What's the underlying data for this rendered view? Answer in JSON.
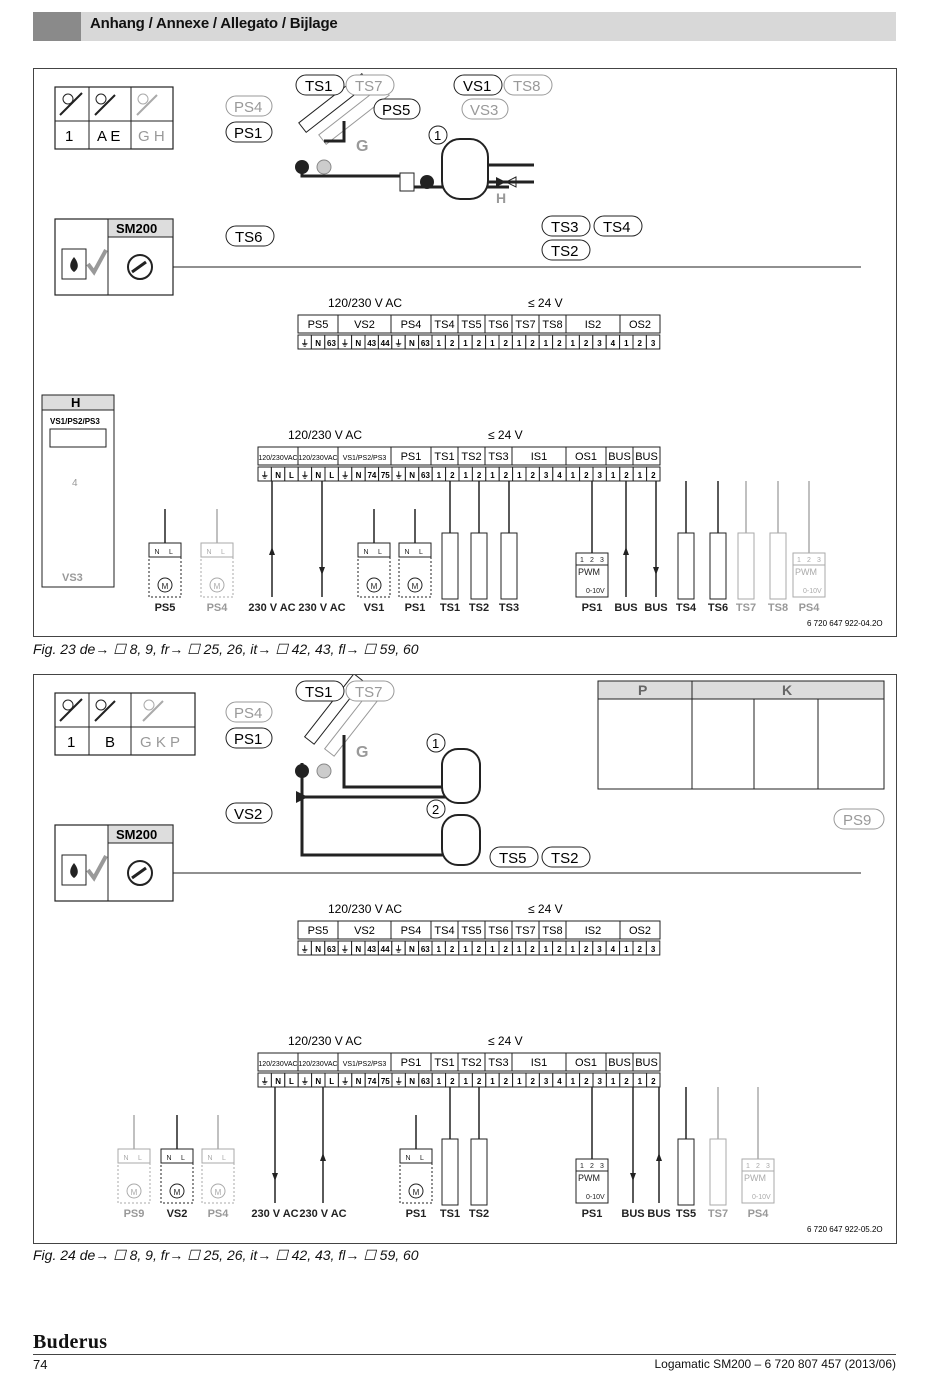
{
  "header": {
    "title": "Anhang / Annexe / Allegato / Bijlage"
  },
  "fig23": {
    "caption": "Fig. 23   de→ ☐ 8, 9, fr→ ☐ 25, 26, it→ ☐ 42, 43, fl→ ☐ 59, 60",
    "code": "6 720 647 922-04.2O",
    "table": {
      "row": [
        "1",
        "A E",
        "G H"
      ]
    },
    "sm200": "SM200",
    "labels": {
      "ts1": "TS1",
      "ts7": "TS7",
      "vs1": "VS1",
      "ts8": "TS8",
      "ps4": "PS4",
      "ps5": "PS5",
      "vs3": "VS3",
      "ps1": "PS1",
      "g": "G",
      "h": "H",
      "ts6": "TS6",
      "ts3": "TS3",
      "ts4": "TS4",
      "ts2": "TS2",
      "one": "1"
    },
    "mod_h": {
      "title": "H",
      "head": "VS1/PS2/PS3",
      "n4": "4",
      "vs3": "VS3"
    },
    "top": {
      "volt_ac": "120/230 V AC",
      "volt_dc": "≤ 24 V",
      "groups": [
        "PS5",
        "VS2",
        "PS4",
        "TS4",
        "TS5",
        "TS6",
        "TS7",
        "TS8",
        "IS2",
        "OS2"
      ]
    },
    "bottom": {
      "volt_ac": "120/230 V AC",
      "volt_dc": "≤ 24 V",
      "groups": [
        "120/230VAC",
        "120/230VAC",
        "VS1/PS2/PS3",
        "PS1",
        "TS1",
        "TS2",
        "TS3",
        "IS1",
        "OS1",
        "BUS",
        "BUS"
      ]
    },
    "devices": [
      "PS5",
      "PS4",
      "230 V AC",
      "230 V AC",
      "VS1",
      "PS1",
      "TS1",
      "TS2",
      "TS3",
      "PS1",
      "BUS",
      "BUS",
      "TS4",
      "TS6",
      "TS7",
      "TS8",
      "PS4"
    ]
  },
  "fig24": {
    "caption": "Fig. 24   de→ ☐ 8, 9, fr→ ☐ 25, 26, it→ ☐ 42, 43, fl→ ☐ 59, 60",
    "code": "6 720 647 922-05.2O",
    "table": {
      "row": [
        "1",
        "B",
        "G K P"
      ]
    },
    "sm200": "SM200",
    "labels": {
      "ts1": "TS1",
      "ts7": "TS7",
      "ps4": "PS4",
      "ps1": "PS1",
      "g": "G",
      "vs2": "VS2",
      "one": "1",
      "two": "2",
      "ts5": "TS5",
      "ts2": "TS2",
      "p": "P",
      "k": "K",
      "ps9": "PS9"
    },
    "top": {
      "volt_ac": "120/230 V AC",
      "volt_dc": "≤ 24 V",
      "groups": [
        "PS5",
        "VS2",
        "PS4",
        "TS4",
        "TS5",
        "TS6",
        "TS7",
        "TS8",
        "IS2",
        "OS2"
      ]
    },
    "bottom": {
      "volt_ac": "120/230 V AC",
      "volt_dc": "≤ 24 V",
      "groups": [
        "120/230VAC",
        "120/230VAC",
        "VS1/PS2/PS3",
        "PS1",
        "TS1",
        "TS2",
        "TS3",
        "IS1",
        "OS1",
        "BUS",
        "BUS"
      ]
    },
    "devices": [
      "PS9",
      "VS2",
      "PS4",
      "230 V AC",
      "230 V AC",
      "PS1",
      "TS1",
      "TS2",
      "PS1",
      "BUS",
      "BUS",
      "TS5",
      "TS7",
      "PS4"
    ]
  },
  "terminals": {
    "top": [
      "⏚",
      "N",
      "63",
      "⏚",
      "N",
      "43",
      "44",
      "⏚",
      "N",
      "63",
      "1",
      "2",
      "1",
      "2",
      "1",
      "2",
      "1",
      "2",
      "1",
      "2",
      "1",
      "2",
      "3",
      "4",
      "1",
      "2",
      "3"
    ],
    "bottom": [
      "⏚",
      "N",
      "L",
      "⏚",
      "N",
      "L",
      "⏚",
      "N",
      "74",
      "75",
      "⏚",
      "N",
      "63",
      "1",
      "2",
      "1",
      "2",
      "1",
      "2",
      "1",
      "2",
      "3",
      "4",
      "1",
      "2",
      "3",
      "1",
      "2",
      "1",
      "2"
    ],
    "pwm": "PWM",
    "v010": "0-10V",
    "m": "M",
    "nl": [
      "N",
      "L"
    ],
    "pwm_pins": [
      "1",
      "2",
      "3"
    ]
  },
  "footer": {
    "brand": "Buderus",
    "page": "74",
    "doc": "Logamatic SM200 – 6 720 807 457 (2013/06)"
  }
}
